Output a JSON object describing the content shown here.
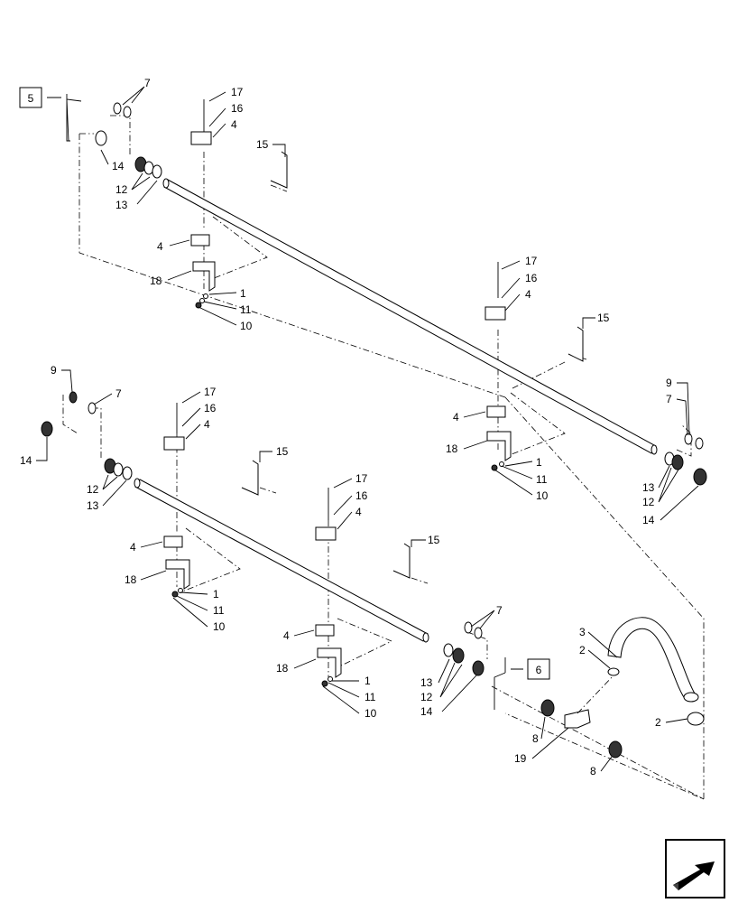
{
  "title": "",
  "callout_boxes": [
    {
      "id": "box-5",
      "label": "5"
    },
    {
      "id": "box-6",
      "label": "6"
    }
  ],
  "part_labels": {
    "u7a": "7",
    "u14": "14",
    "u12": "12",
    "u13": "13",
    "u17": "17",
    "u16": "16",
    "u4a": "4",
    "u15a": "15",
    "u4b": "4",
    "u18a": "18",
    "u1a": "1",
    "u11a": "11",
    "u10a": "10",
    "u17b": "17",
    "u16b": "16",
    "u4c": "4",
    "u15b": "15",
    "u4d": "4",
    "u18b": "18",
    "u1b": "1",
    "u11b": "11",
    "u10b": "10",
    "u9": "9",
    "u7b": "7",
    "u13b": "13",
    "u12b": "12",
    "u14b": "14",
    "l9": "9",
    "l7a": "7",
    "l14": "14",
    "l12": "12",
    "l13": "13",
    "l17": "17",
    "l16": "16",
    "l4a": "4",
    "l15a": "15",
    "l4b": "4",
    "l18a": "18",
    "l1a": "1",
    "l11a": "11",
    "l10a": "10",
    "l17b": "17",
    "l16b": "16",
    "l4c": "4",
    "l15b": "15",
    "l4d": "4",
    "l18b": "18",
    "l1b": "1",
    "l11b": "11",
    "l10b": "10",
    "l7b": "7",
    "l13b": "13",
    "l12b": "12",
    "l14b": "14",
    "h3": "3",
    "h2a": "2",
    "h2b": "2",
    "h8a": "8",
    "h19": "19",
    "h8b": "8"
  },
  "nav_icon": "next-page-arrow-icon"
}
